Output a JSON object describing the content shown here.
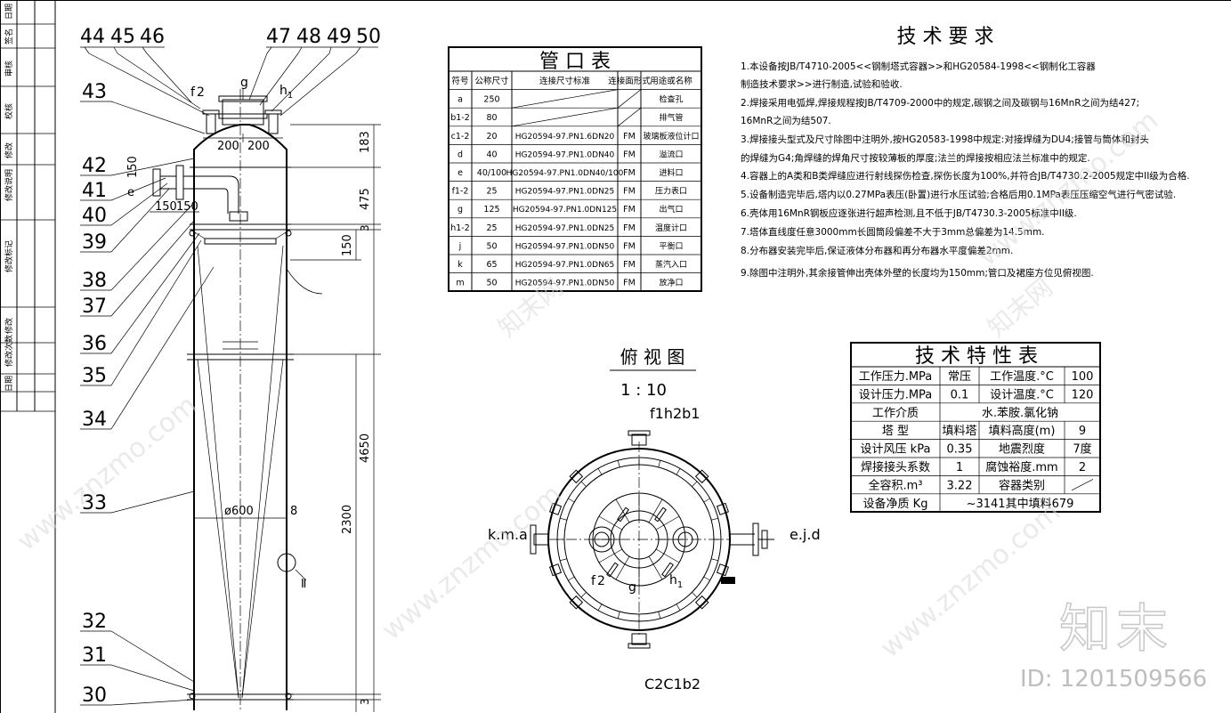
{
  "title_strip": {
    "cells": [
      "日期",
      "签名",
      "审核",
      "校核",
      "修改",
      "修改说明",
      "修改标记",
      "修改",
      "修改次数",
      "日期"
    ]
  },
  "part_numbers": {
    "top_left": [
      "44",
      "45",
      "46"
    ],
    "top_right": [
      "47",
      "48",
      "49",
      "50"
    ],
    "side": [
      "43",
      "42",
      "41",
      "40",
      "39",
      "38",
      "37",
      "36",
      "35",
      "34",
      "33",
      "32",
      "31",
      "30"
    ]
  },
  "elevation_labels": {
    "f2": "f",
    "f2_sub": "2",
    "g": "g",
    "h1": "h",
    "h1_sub": "1",
    "e": "e",
    "dims_top": [
      "200",
      "200"
    ],
    "dims_side": [
      "150",
      "150"
    ],
    "dim_150_v": "150",
    "dim_183": "183",
    "dim_475": "475",
    "dim_3a": "3",
    "dim_150_b": "150",
    "dim_4650": "4650",
    "dim_2300": "2300",
    "dim_3b": "3",
    "diameter": "ø600",
    "thickness": "8",
    "roman_II": "Ⅱ"
  },
  "nozzle_table": {
    "title": "管 口 表",
    "headers": [
      "符号",
      "公称尺寸",
      "连接尺寸标准",
      "连接面形式",
      "用途或名称"
    ],
    "rows": [
      [
        "a",
        "250",
        "",
        "",
        "检查孔"
      ],
      [
        "b1-2",
        "80",
        "",
        "",
        "排气管"
      ],
      [
        "c1-2",
        "20",
        "HG20594-97.PN1.6DN20",
        "FM",
        "玻璃板液位计口"
      ],
      [
        "d",
        "40",
        "HG20594-97.PN1.0DN40",
        "FM",
        "溢流口"
      ],
      [
        "e",
        "40/100",
        "HG20594-97.PN1.0DN40/100",
        "FM",
        "进料口"
      ],
      [
        "f1-2",
        "25",
        "HG20594-97.PN1.0DN25",
        "FM",
        "压力表口"
      ],
      [
        "g",
        "125",
        "HG20594-97.PN1.0DN125",
        "FM",
        "出气口"
      ],
      [
        "h1-2",
        "25",
        "HG20594-97.PN1.0DN25",
        "FM",
        "温度计口"
      ],
      [
        "j",
        "50",
        "HG20594-97.PN1.0DN50",
        "FM",
        "平衡口"
      ],
      [
        "k",
        "65",
        "HG20594-97.PN1.0DN65",
        "FM",
        "蒸汽入口"
      ],
      [
        "m",
        "50",
        "HG20594-97.PN1.0DN50",
        "FM",
        "放净口"
      ]
    ]
  },
  "tech_requirements": {
    "title": "技 术 要 求",
    "lines": [
      "1.本设备按JB/T4710-2005<<钢制塔式容器>>和HG20584-1998<<钢制化工容器",
      "   制造技术要求>>进行制造,试验和验收.",
      "2.焊接采用电弧焊,焊接规程按JB/T4709-2000中的规定,碳钢之间及碳钢与16MnR之间为结427;",
      "   16MnR之间为结507.",
      "3.焊接接头型式及尺寸除图中注明外,按HG20583-1998中规定:对接焊缝为DU4;接管与筒体和封头",
      "   的焊缝为G4;角焊缝的焊角尺寸按较薄板的厚度;法兰的焊接按相应法兰标准中的规定.",
      "4.容器上的A类和B类焊缝应进行射线探伤检查,探伤长度为100%,并符合JB/T4730.2-2005规定中II级为合格.",
      "5.设备制造完毕后,塔内以0.27MPa表压(卧置)进行水压试验;合格后用0.1MPa表压压缩空气进行气密试验.",
      "6.壳体用16MnR钢板应逐张进行超声检测,且不低于JB/T4730.3-2005标准中II级.",
      "7.塔体直线度任意3000mm长圆筒段偏差不大于3mm总偏差为14.5mm.",
      "8.分布器安装完毕后,保证液体分布器和再分布器水平度偏差2mm.",
      "9.除图中注明外,其余接管伸出壳体外壁的长度均为150mm;管口及裙座方位见俯视图."
    ]
  },
  "top_view": {
    "title": "俯 视 图",
    "scale": "1 : 10",
    "label_top": "f1h2b1",
    "label_left": "k.m.a",
    "label_right": "e.j.d",
    "label_bottom": "C2C1b2",
    "label_f": "f",
    "label_f_sub": "2",
    "label_g": "g",
    "label_h": "h",
    "label_h_sub": "1"
  },
  "spec_table": {
    "title": "技 术 特 性 表",
    "rows": [
      [
        "工作压力.MPa",
        "常压",
        "工作温度.°C",
        "100"
      ],
      [
        "设计压力.MPa",
        "0.1",
        "设计温度.°C",
        "120"
      ],
      [
        "工作介质",
        "水.苯胺.氯化钠"
      ],
      [
        "塔 型",
        "填料塔",
        "填料高度(m)",
        "9"
      ],
      [
        "设计风压 kPa",
        "0.35",
        "地震烈度",
        "7度"
      ],
      [
        "焊接接头系数",
        "1",
        "腐蚀裕度.mm",
        "2"
      ],
      [
        "全容积.m³",
        "3.22",
        "容器类别",
        ""
      ],
      [
        "设备净质 Kg",
        "~3141其中填料679"
      ]
    ]
  },
  "watermark": {
    "logo": "知末",
    "id_text": "ID: 1201509566",
    "site": "www.znzmo.com",
    "site_cn": "知末网"
  }
}
